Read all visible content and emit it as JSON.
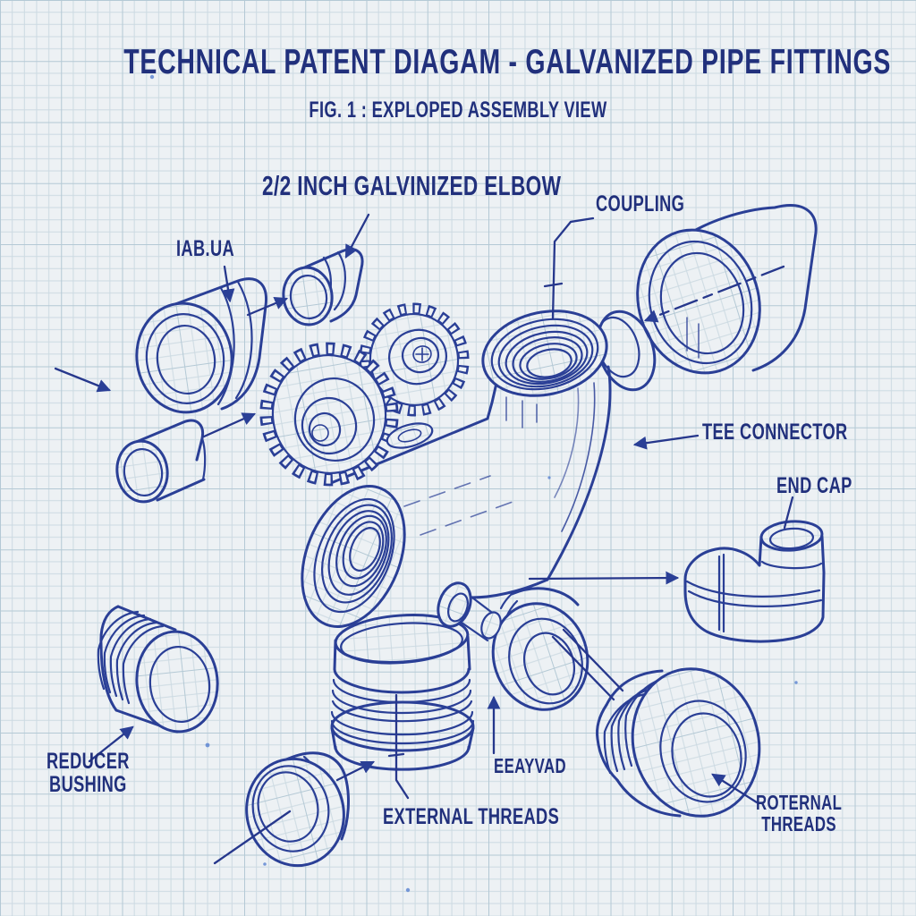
{
  "title": "TECHNICAL PATENT DIAGAM - GALVANIZED PIPE FITTINGS",
  "subtitle": "FIG. 1 : EXPLOPED ASSEMBLY VIEW",
  "callouts": {
    "elbow": "2/2 INCH GALVINIZED ELBOW",
    "coupling": "COUPLING",
    "iab_ua": "IAB.UA",
    "tee_connector": "TEE CONNECTOR",
    "end_cap": "END CAP",
    "reducer_line1": "REDUCER",
    "reducer_line2": "BUSHING",
    "external_threads": "EXTERNAL THREADS",
    "eeayvad": "EEAYVAD",
    "roternal_line1": "ROTERNAL",
    "roternal_line2": "THREADS"
  },
  "figure_number": "FIG. 1",
  "colors": {
    "ink": "#2a3f96",
    "text": "#21307c",
    "paper": "#edf1f4",
    "grid_minor": "#ccdae2",
    "grid_major": "#b4c9d5"
  }
}
